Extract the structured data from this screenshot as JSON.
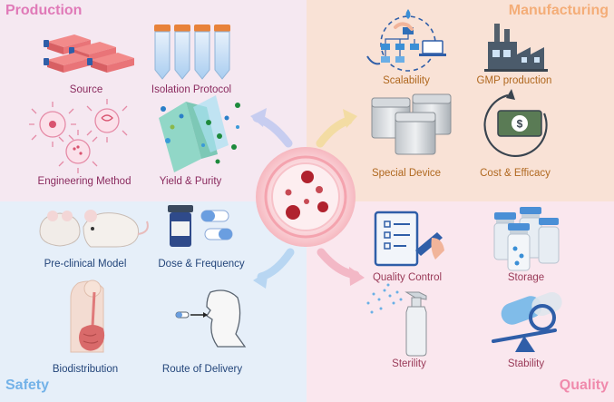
{
  "sections": {
    "production": {
      "title": "Production",
      "items": [
        {
          "label": "Source"
        },
        {
          "label": "Isolation Protocol"
        },
        {
          "label": "Engineering Method"
        },
        {
          "label": "Yield & Purity"
        }
      ]
    },
    "manufacturing": {
      "title": "Manufacturing",
      "items": [
        {
          "label": "Scalability"
        },
        {
          "label": "GMP production"
        },
        {
          "label": "Special Device"
        },
        {
          "label": "Cost & Efficacy"
        }
      ]
    },
    "safety": {
      "title": "Safety",
      "items": [
        {
          "label": "Pre-clinical Model"
        },
        {
          "label": "Dose & Frequency"
        },
        {
          "label": "Biodistribution"
        },
        {
          "label": "Route of Delivery"
        }
      ]
    },
    "quality": {
      "title": "Quality",
      "items": [
        {
          "label": "Quality Control"
        },
        {
          "label": "Storage"
        },
        {
          "label": "Sterility"
        },
        {
          "label": "Stability"
        }
      ]
    }
  },
  "currency_symbol": "$",
  "colors": {
    "production": "#e07ab8",
    "manufacturing": "#f4ad78",
    "safety": "#73b2e8",
    "quality": "#f08aac",
    "vesicle": "#b0222e"
  }
}
